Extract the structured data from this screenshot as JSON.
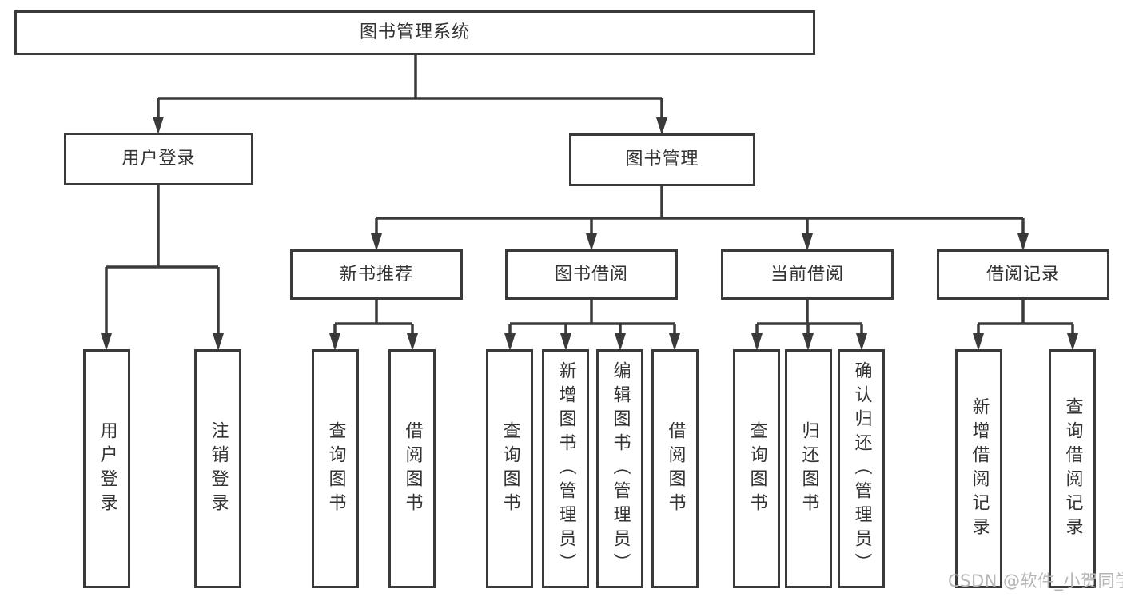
{
  "tree": {
    "label": "图书管理系统",
    "children": [
      {
        "label": "用户登录",
        "children": [
          {
            "label": "用户登录"
          },
          {
            "label": "注销登录"
          }
        ]
      },
      {
        "label": "图书管理",
        "children": [
          {
            "label": "新书推荐",
            "children": [
              {
                "label": "查询图书"
              },
              {
                "label": "借阅图书"
              }
            ]
          },
          {
            "label": "图书借阅",
            "children": [
              {
                "label": "查询图书"
              },
              {
                "label": "新增图书（管理员）"
              },
              {
                "label": "编辑图书（管理员）"
              },
              {
                "label": "借阅图书"
              }
            ]
          },
          {
            "label": "当前借阅",
            "children": [
              {
                "label": "查询图书"
              },
              {
                "label": "归还图书"
              },
              {
                "label": "确认归还（管理员）"
              }
            ]
          },
          {
            "label": "借阅记录",
            "children": [
              {
                "label": "新增借阅记录"
              },
              {
                "label": "查询借阅记录"
              }
            ]
          }
        ]
      }
    ]
  },
  "watermark": {
    "text": "CSDN @软件_小贺同学"
  },
  "colors": {
    "line": "#3a3a3a",
    "text": "#333333",
    "box_fill": "#ffffff",
    "watermark": "#b5b5b5"
  }
}
